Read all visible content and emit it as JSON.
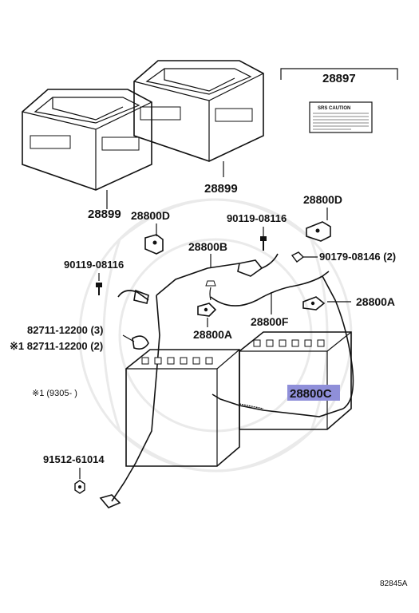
{
  "labels": {
    "caution_group": "28897",
    "caution_title": "SRS CAUTION",
    "tray_left_ref": "28899",
    "tray_right_ref": "28899",
    "clamp_left": "28800D",
    "clamp_right": "28800D",
    "bolt_mid": "90119-08116",
    "bolt_left": "90119-08116",
    "nut_right": "90179-08146 (2)",
    "cable_b": "28800B",
    "cable_a_right": "28800A",
    "cable_a_mid": "28800A",
    "cable_f": "28800F",
    "grommet_1": "82711-12200 (3)",
    "grommet_2": "※1 82711-12200 (2)",
    "note": "※1 (9305-     )",
    "cable_c": "28800C",
    "nut_bottom": "91512-61014",
    "diagram_code": "82845A"
  },
  "colors": {
    "highlight": "#8f8fd9",
    "line": "#111111"
  }
}
